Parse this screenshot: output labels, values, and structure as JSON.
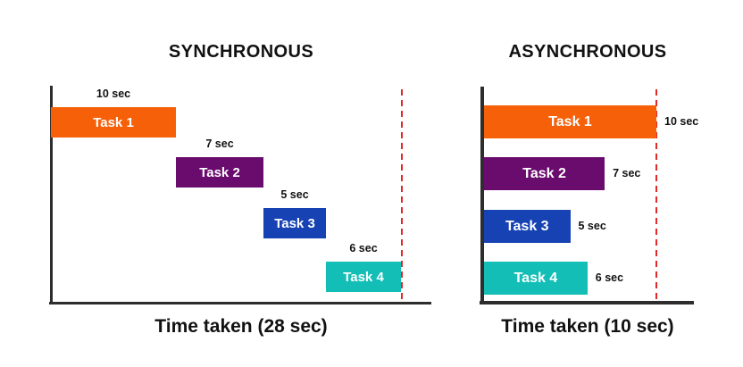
{
  "chart_data": [
    {
      "type": "bar",
      "title": "SYNCHRONOUS",
      "xlabel": "Time taken (28 sec)",
      "mode": "sequential",
      "total_sec": 28,
      "axis_color": "#2d2d2d",
      "deadline_color": "#e02a2a",
      "tasks": [
        {
          "label": "Task 1",
          "duration_sec": 10,
          "duration_label": "10 sec",
          "color": "#f56009"
        },
        {
          "label": "Task 2",
          "duration_sec": 7,
          "duration_label": "7 sec",
          "color": "#6a0c6e"
        },
        {
          "label": "Task 3",
          "duration_sec": 5,
          "duration_label": "5 sec",
          "color": "#1642b3"
        },
        {
          "label": "Task 4",
          "duration_sec": 6,
          "duration_label": "6 sec",
          "color": "#13beb6"
        }
      ]
    },
    {
      "type": "bar",
      "title": "ASYNCHRONOUS",
      "xlabel": "Time taken (10 sec)",
      "mode": "parallel",
      "total_sec": 10,
      "axis_color": "#2d2d2d",
      "deadline_color": "#e02a2a",
      "tasks": [
        {
          "label": "Task 1",
          "duration_sec": 10,
          "duration_label": "10 sec",
          "color": "#f56009"
        },
        {
          "label": "Task 2",
          "duration_sec": 7,
          "duration_label": "7 sec",
          "color": "#6a0c6e"
        },
        {
          "label": "Task 3",
          "duration_sec": 5,
          "duration_label": "5 sec",
          "color": "#1642b3"
        },
        {
          "label": "Task 4",
          "duration_sec": 6,
          "duration_label": "6 sec",
          "color": "#13beb6"
        }
      ]
    }
  ]
}
